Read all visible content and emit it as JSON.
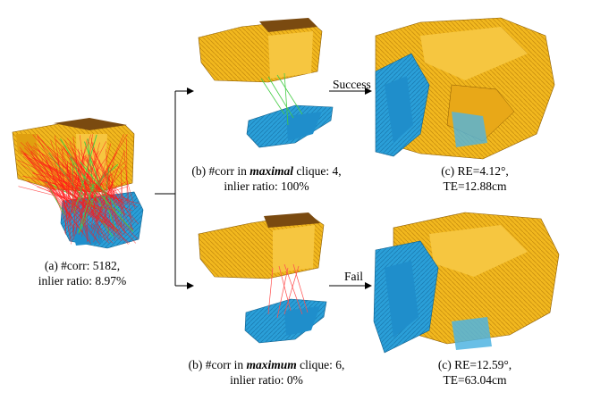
{
  "panel_a": {
    "line1": "(a) #corr: 5182,",
    "line2": "inlier ratio: 8.97%"
  },
  "panel_b_top": {
    "prefix": "(b) #corr in ",
    "emph": "maximal",
    "suffix": " clique: 4,",
    "line2": "inlier ratio: 100%"
  },
  "panel_b_bottom": {
    "prefix": "(b) #corr in ",
    "emph": "maximum",
    "suffix": " clique: 6,",
    "line2": "inlier ratio: 0%"
  },
  "panel_c_top": {
    "line1": "(c) RE=4.12°,",
    "line2": "TE=12.88cm"
  },
  "panel_c_bottom": {
    "line1": "(c) RE=12.59°,",
    "line2": "TE=63.04cm"
  },
  "arrows": {
    "success": "Success",
    "fail": "Fail"
  },
  "colors": {
    "source_cloud": "#f2b81e",
    "target_cloud": "#2a9fd8",
    "outlier_corr": "#ff1a1a",
    "inlier_corr": "#44cc44"
  }
}
